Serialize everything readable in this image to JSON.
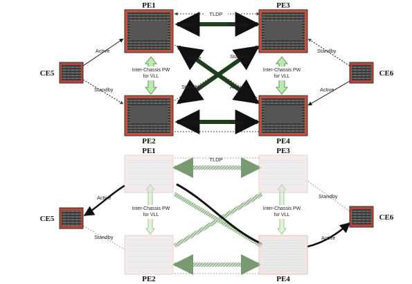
{
  "top": {
    "nodes": {
      "pe1": "PE1",
      "pe2": "PE2",
      "pe3": "PE3",
      "pe4": "PE4",
      "ce5": "CE5",
      "ce6": "CE6"
    },
    "tldp": "TLDP",
    "inter_chassis_left": [
      "Inter-Chassis PW",
      "for VLL"
    ],
    "inter_chassis_right": [
      "Inter-Chassis PW",
      "for VLL"
    ],
    "pw_pe1_pe3": {
      "left": "Active",
      "right": "Standby"
    },
    "pw_pe2_pe4": {
      "left": "Standby",
      "right": "Active"
    },
    "pw_cross_pe1_pe4": {
      "near_pe1": "Active",
      "near_pe4": "Active"
    },
    "pw_cross_pe2_pe3": {
      "near_pe2": "Standby",
      "near_pe3": "Standby"
    },
    "ac_ce5_pe1": "Active",
    "ac_ce5_pe2": "Standby",
    "ac_ce6_pe3": "Standby",
    "ac_ce6_pe4": "Active"
  },
  "bottom": {
    "nodes": {
      "pe1": "PE1",
      "pe2": "PE2",
      "pe3": "PE3",
      "pe4": "PE4",
      "ce5": "CE5",
      "ce6": "CE6"
    },
    "tldp": "TLDP",
    "inter_chassis_left": [
      "Inter-Chassis PW",
      "for VLL"
    ],
    "inter_chassis_right": [
      "Inter-Chassis PW",
      "for VLL"
    ],
    "ac_ce5_pe1": "Active",
    "ac_ce5_pe2": "Standby",
    "ac_ce6_pe3": "Standby",
    "ac_ce6_pe4": "Active"
  },
  "colors": {
    "pw_active": "#1f3d1f",
    "pw_faded": "#a9c6a5",
    "arrow_green": "#9fd48f",
    "router_red": "#b0473a"
  }
}
